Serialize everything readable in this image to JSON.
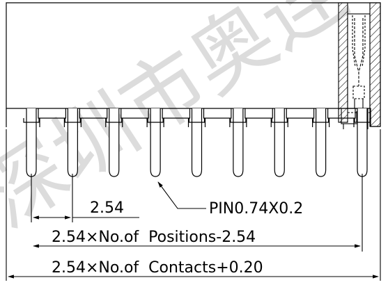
{
  "drawing": {
    "pitch_label": "2.54",
    "pin_label": "PIN0.74X0.2",
    "positions_label": "2.54×No.of  Positions-2.54",
    "contacts_label": "2.54×No.of  Contacts+0.20",
    "pin_count": 9
  },
  "watermark": {
    "text": "深圳市奥连",
    "color": "#d6d6d6"
  },
  "colors": {
    "line": "#000000",
    "background": "#ffffff"
  }
}
